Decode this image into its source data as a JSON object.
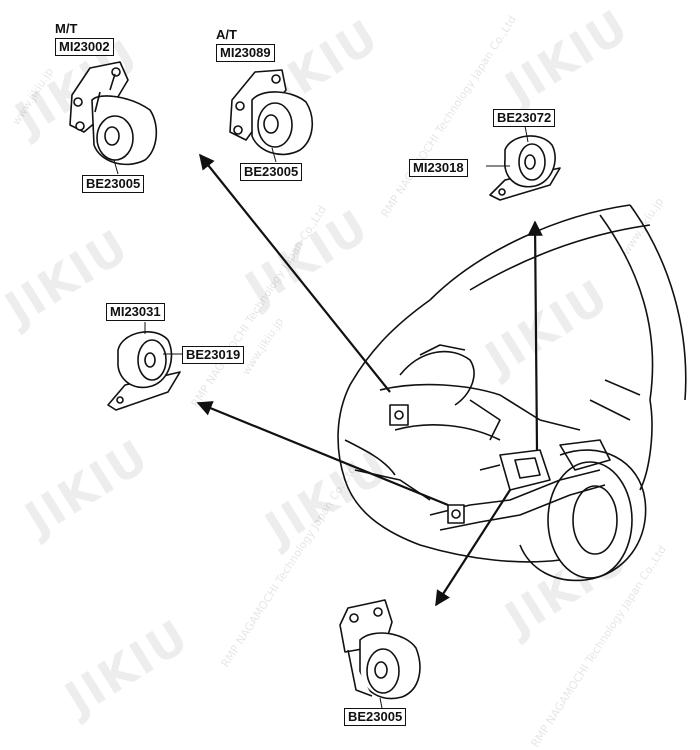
{
  "labels": {
    "mt": "M/T",
    "at": "A/T",
    "mi23002": "MI23002",
    "mi23089": "MI23089",
    "be23005_mt": "BE23005",
    "be23005_at": "BE23005",
    "be23072": "BE23072",
    "mi23018": "MI23018",
    "mi23031": "MI23031",
    "be23019": "BE23019",
    "be23005_bottom": "BE23005"
  },
  "watermark": {
    "brand": "JIKIU",
    "line1": "RMP NAGAMOCHI Technology Japan Co.,Ltd",
    "line2": "www.jikiu.jp"
  },
  "colors": {
    "ink": "#111111",
    "watermark": "#000000"
  }
}
